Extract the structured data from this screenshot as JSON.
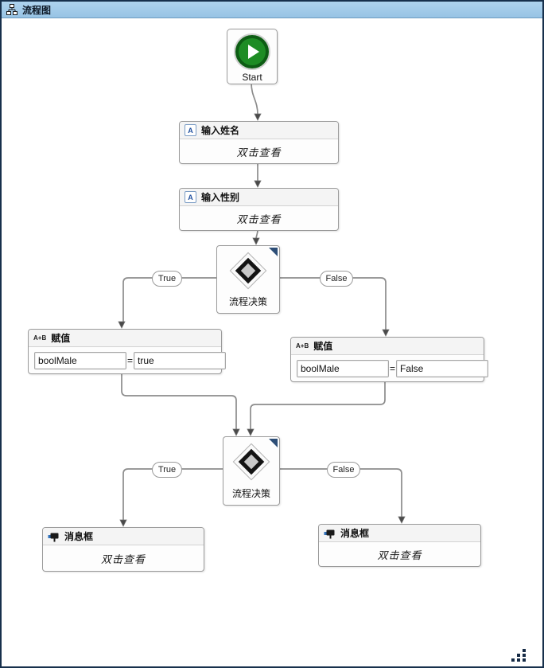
{
  "colors": {
    "titlebar_bg": "#aed3ee",
    "frame_border": "#17304c",
    "node_border": "#9b9b9b",
    "header_bg": "#f4f4f4",
    "connector": "#8c8c8c",
    "start_green": "#1d8c24",
    "flag_navy": "#2d4e77",
    "field_border": "#a6a6a6"
  },
  "titlebar": {
    "title": "流程图"
  },
  "nodes": {
    "start": {
      "label": "Start"
    },
    "input_name": {
      "icon_letter": "A",
      "title": "输入姓名",
      "body": "双击查看"
    },
    "input_gender": {
      "icon_letter": "A",
      "title": "输入性别",
      "body": "双击查看"
    },
    "decision1": {
      "label": "流程决策",
      "true_label": "True",
      "false_label": "False"
    },
    "assign_true": {
      "icon_label": "A+B",
      "title": "赋值",
      "variable": "boolMale",
      "equals": "=",
      "value": "true"
    },
    "assign_false": {
      "icon_label": "A+B",
      "title": "赋值",
      "variable": "boolMale",
      "equals": "=",
      "value": "False"
    },
    "decision2": {
      "label": "流程决策",
      "true_label": "True",
      "false_label": "False"
    },
    "msg_true": {
      "title": "消息框",
      "body": "双击查看"
    },
    "msg_false": {
      "title": "消息框",
      "body": "双击查看"
    }
  }
}
